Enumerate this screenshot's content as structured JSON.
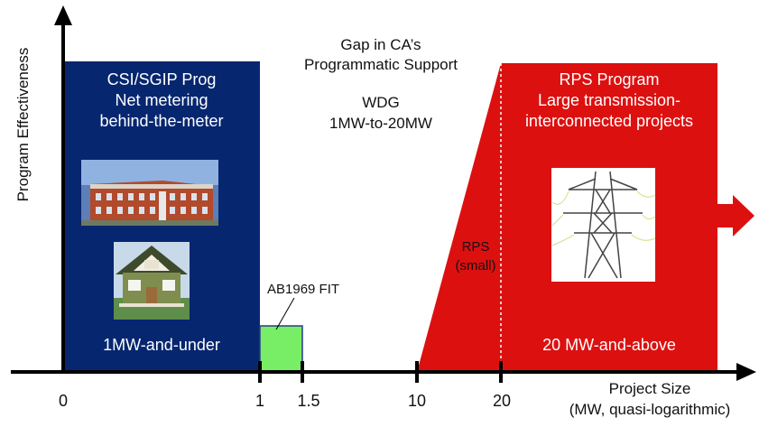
{
  "y_axis_label": "Program Effectiveness",
  "x_axis_label_line1": "Project Size",
  "x_axis_label_line2": "(MW, quasi-logarithmic)",
  "ticks": [
    "0",
    "1",
    "1.5",
    "10",
    "20"
  ],
  "gap_title": {
    "line1": "Gap in CA’s",
    "line2": "Programmatic Support"
  },
  "wdg": {
    "line1": "WDG",
    "line2": "1MW-to-20MW"
  },
  "csi": {
    "line1": "CSI/SGIP Prog",
    "line2": "Net metering",
    "line3": "behind-the-meter",
    "bottom": "1MW-and-under"
  },
  "ab1969": {
    "label": "AB1969 FIT"
  },
  "rps_small": {
    "line1": "RPS",
    "line2": "(small)"
  },
  "rps": {
    "line1": "RPS Program",
    "line2": "Large transmission-",
    "line3": "interconnected projects",
    "bottom": "20 MW-and-above"
  },
  "colors": {
    "navy": "#062670",
    "red": "#dd1010",
    "green": "#77ee66",
    "axis": "#000000"
  }
}
